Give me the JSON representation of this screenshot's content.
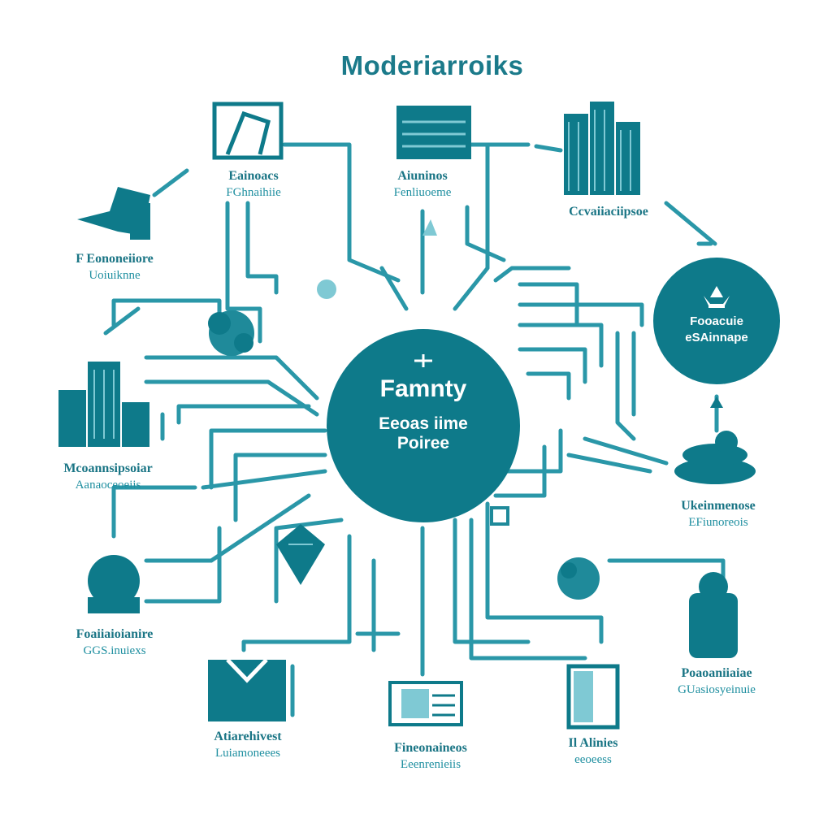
{
  "title": "Moderiarroiks",
  "center": {
    "title": "Famnty",
    "line2": "Eeoas iime",
    "line3": "Poiree"
  },
  "right_hub": {
    "line1": "Fooacuie",
    "line2": "eSAinnape"
  },
  "nodes": [
    {
      "line1": "Eainoacs",
      "line2": "FGhnaihiie"
    },
    {
      "line1": "Aiuninos",
      "line2": "Fenliuoeme"
    },
    {
      "line1": "Ccvaiiaciipsoe",
      "line2": ""
    },
    {
      "line1": "F Eononeiiore",
      "line2": "Uoiuiknne"
    },
    {
      "line1": "Mcoannsipsoiar",
      "line2": "Aanaoceoeiis"
    },
    {
      "line1": "Ukeinmenose",
      "line2": "EFiunoreois"
    },
    {
      "line1": "Foaiiaioianire",
      "line2": "GGS.inuiexs"
    },
    {
      "line1": "Poaoaniiaiae",
      "line2": "GUasiosyeinuie"
    },
    {
      "line1": "Atiarehivest",
      "line2": "Luiamoneees"
    },
    {
      "line1": "Fineonaineos",
      "line2": "Eeenrenieiis"
    },
    {
      "line1": "Il Alinies",
      "line2": "eeoeess"
    }
  ],
  "colors": {
    "primary": "#0e7a8a",
    "line": "#2a97a8",
    "light": "#7fc9d4",
    "accent": "#0b6b7a"
  }
}
